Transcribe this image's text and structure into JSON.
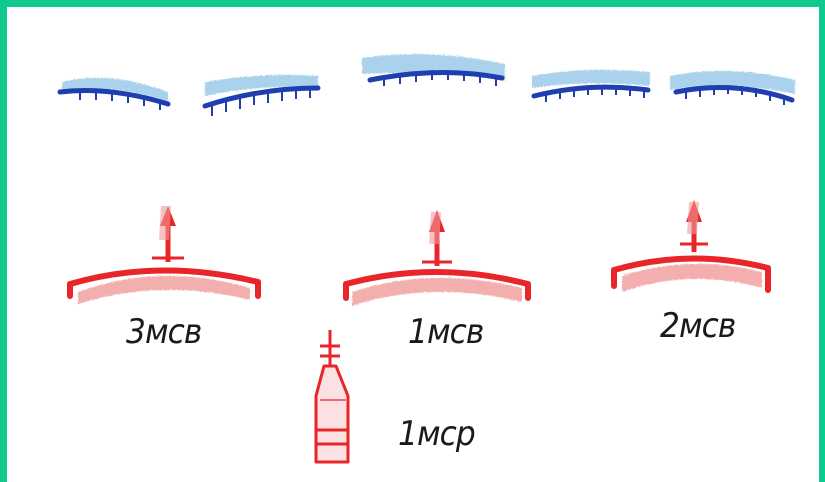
{
  "colors": {
    "frame": "#10c98f",
    "water_light": "#8fc4e8",
    "water_line": "#1f3fb0",
    "reed_red": "#e8262a",
    "reed_pink": "#f19a9a",
    "ink": "#1a1a1a"
  },
  "labels": {
    "group_left": "3мсв",
    "group_middle": "1мсв",
    "group_right": "2мсв",
    "bottom_sign": "1мср"
  }
}
